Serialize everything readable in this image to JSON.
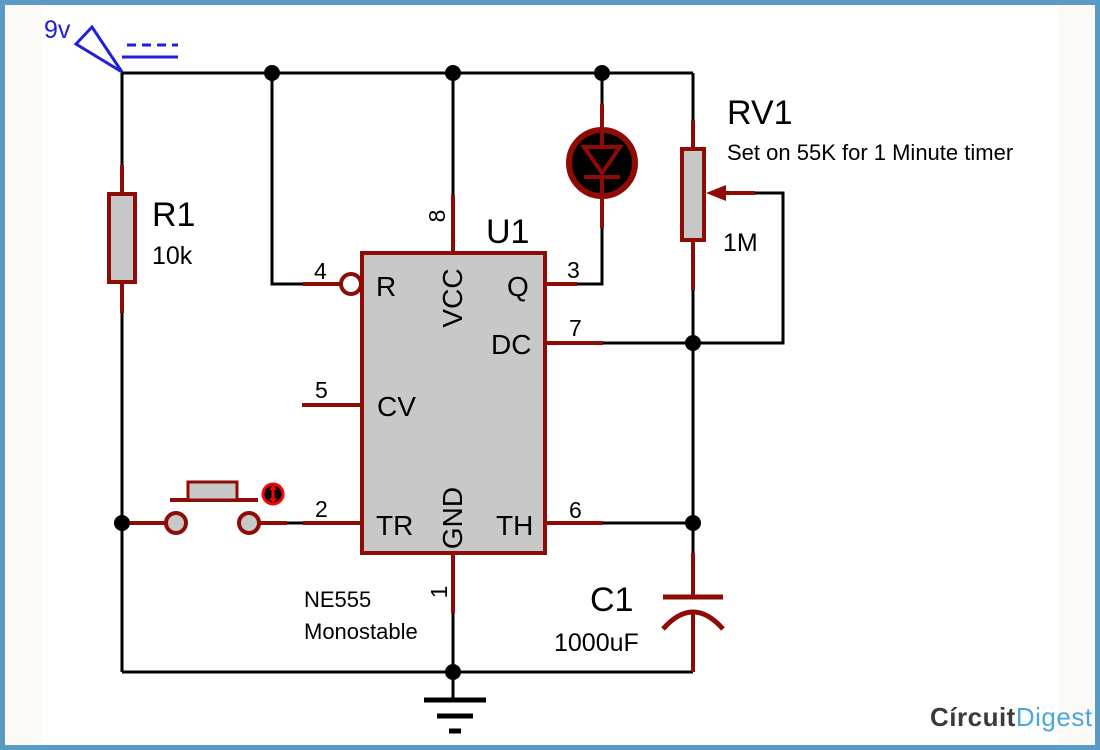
{
  "power": {
    "label": "9v"
  },
  "components": {
    "r1": {
      "ref": "R1",
      "value": "10k"
    },
    "rv1": {
      "ref": "RV1",
      "note": "Set on 55K for 1 Minute timer",
      "value": "1M"
    },
    "c1": {
      "ref": "C1",
      "value": "1000uF"
    },
    "u1": {
      "ref": "U1",
      "part": "NE555",
      "mode": "Monostable",
      "pins": {
        "reset": {
          "name": "R",
          "number": "4"
        },
        "vcc": {
          "name": "VCC",
          "number": "8"
        },
        "q": {
          "name": "Q",
          "number": "3"
        },
        "dc": {
          "name": "DC",
          "number": "7"
        },
        "cv": {
          "name": "CV",
          "number": "5"
        },
        "tr": {
          "name": "TR",
          "number": "2"
        },
        "gnd": {
          "name": "GND",
          "number": "1"
        },
        "th": {
          "name": "TH",
          "number": "6"
        }
      }
    }
  },
  "colors": {
    "wire": "#000000",
    "component_outline": "#8E0B06",
    "component_fill": "#C8C8C8",
    "annotation_blue": "#2020D8",
    "toggle_red": "#FF0000",
    "frame_border": "#5A9BC6",
    "logo_dark": "#3B3B3D",
    "logo_blue": "#4BA6DE"
  },
  "logo": {
    "part1": "Círcuit",
    "part2": "Digest"
  }
}
